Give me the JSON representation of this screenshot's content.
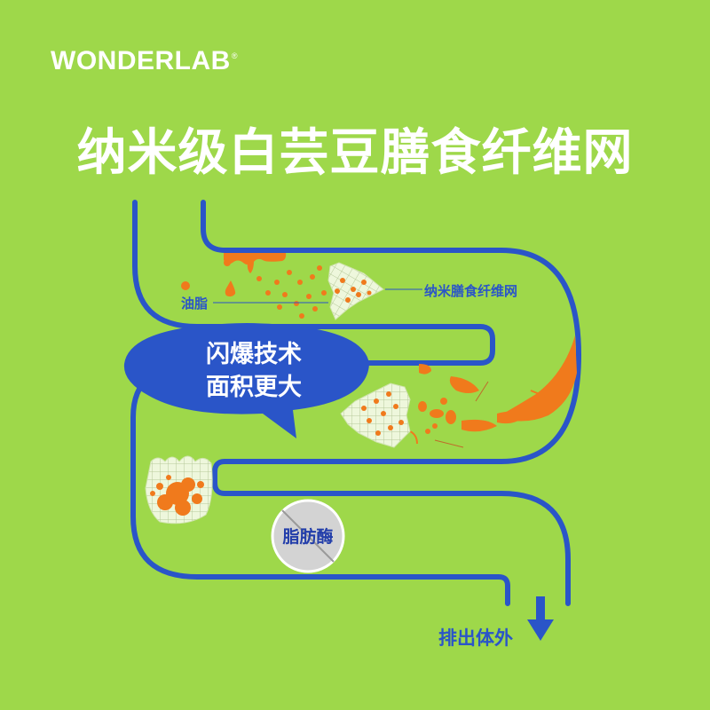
{
  "brand": {
    "name": "WONDERLAB",
    "mark": "®"
  },
  "headline": "纳米级白芸豆膳食纤维网",
  "labels": {
    "oil": "油脂",
    "fiber_net": "纳米膳食纤维网",
    "bubble_line1": "闪爆技术",
    "bubble_line2": "面积更大",
    "enzyme": "脂肪酶",
    "excrete": "排出体外"
  },
  "colors": {
    "background": "#9ed84a",
    "intestine": "#2a55c8",
    "oil": "#f07a1c",
    "bubble": "#2a55c8",
    "mesh": "#e6f2d0",
    "enzyme_circle": "#d3d3d3"
  },
  "icons": [
    "fiber-net-icon",
    "oil-droplet-icon",
    "enzyme-blocked-icon",
    "down-arrow-icon"
  ]
}
